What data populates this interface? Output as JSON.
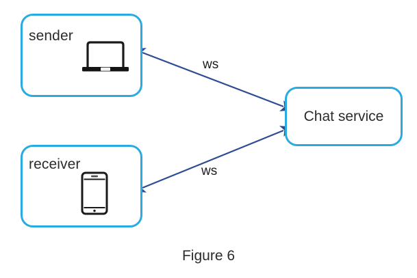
{
  "figure": {
    "caption": "Figure 6",
    "background": "#ffffff",
    "node_border_color": "#29abe2",
    "arrow_color": "#2e4c95",
    "text_color": "#2b2b2b"
  },
  "nodes": [
    {
      "id": "sender",
      "label": "sender",
      "icon": "laptop-icon"
    },
    {
      "id": "receiver",
      "label": "receiver",
      "icon": "smartphone-icon"
    },
    {
      "id": "chat_service",
      "label": "Chat service",
      "icon": ""
    }
  ],
  "edges": [
    {
      "from": "sender",
      "to": "chat_service",
      "label": "ws",
      "direction": "bidirectional"
    },
    {
      "from": "receiver",
      "to": "chat_service",
      "label": "ws",
      "direction": "bidirectional"
    }
  ]
}
